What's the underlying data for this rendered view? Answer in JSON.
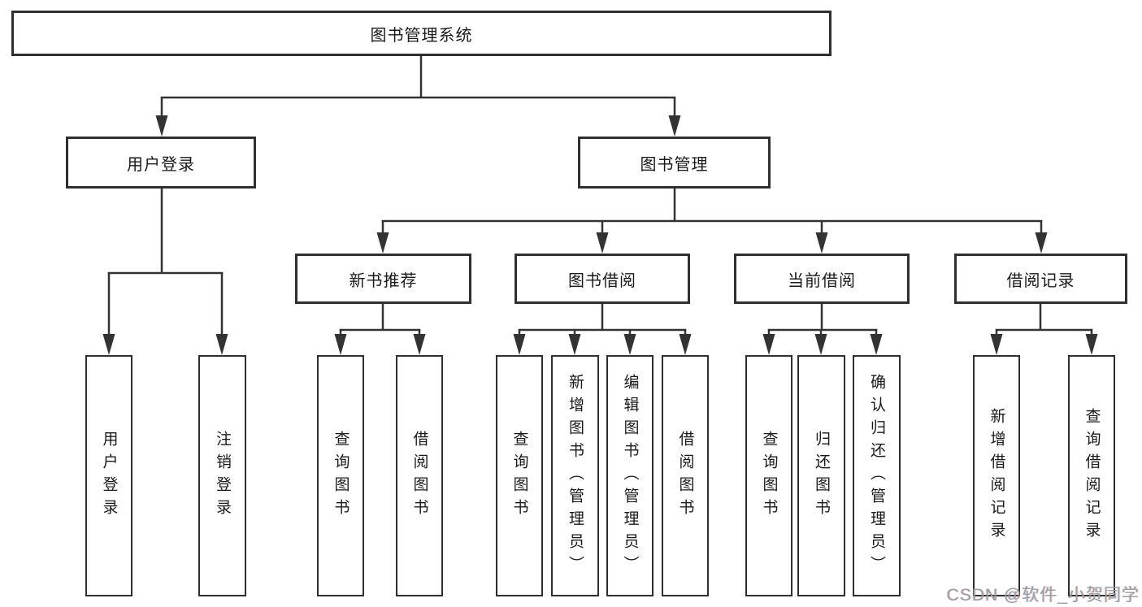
{
  "colors": {
    "line": "#333333",
    "box_border": "#2f2f2f",
    "box_fill": "#ffffff",
    "text": "#1a1a1a",
    "watermark": "#9e9e9e"
  },
  "watermark": {
    "text": "CSDN @软件_小贺同学"
  },
  "tree": {
    "root": {
      "label": "图书管理系统",
      "children": [
        {
          "label": "用户登录",
          "children": [
            {
              "label": "用户登录"
            },
            {
              "label": "注销登录"
            }
          ]
        },
        {
          "label": "图书管理",
          "children": [
            {
              "label": "新书推荐",
              "children": [
                {
                  "label": "查询图书"
                },
                {
                  "label": "借阅图书"
                }
              ]
            },
            {
              "label": "图书借阅",
              "children": [
                {
                  "label": "查询图书"
                },
                {
                  "label": "新增图书（管理员）"
                },
                {
                  "label": "编辑图书（管理员）"
                },
                {
                  "label": "借阅图书"
                }
              ]
            },
            {
              "label": "当前借阅",
              "children": [
                {
                  "label": "查询图书"
                },
                {
                  "label": "归还图书"
                },
                {
                  "label": "确认归还（管理员）"
                }
              ]
            },
            {
              "label": "借阅记录",
              "children": [
                {
                  "label": "新增借阅记录"
                },
                {
                  "label": "查询借阅记录"
                }
              ]
            }
          ]
        }
      ]
    }
  }
}
